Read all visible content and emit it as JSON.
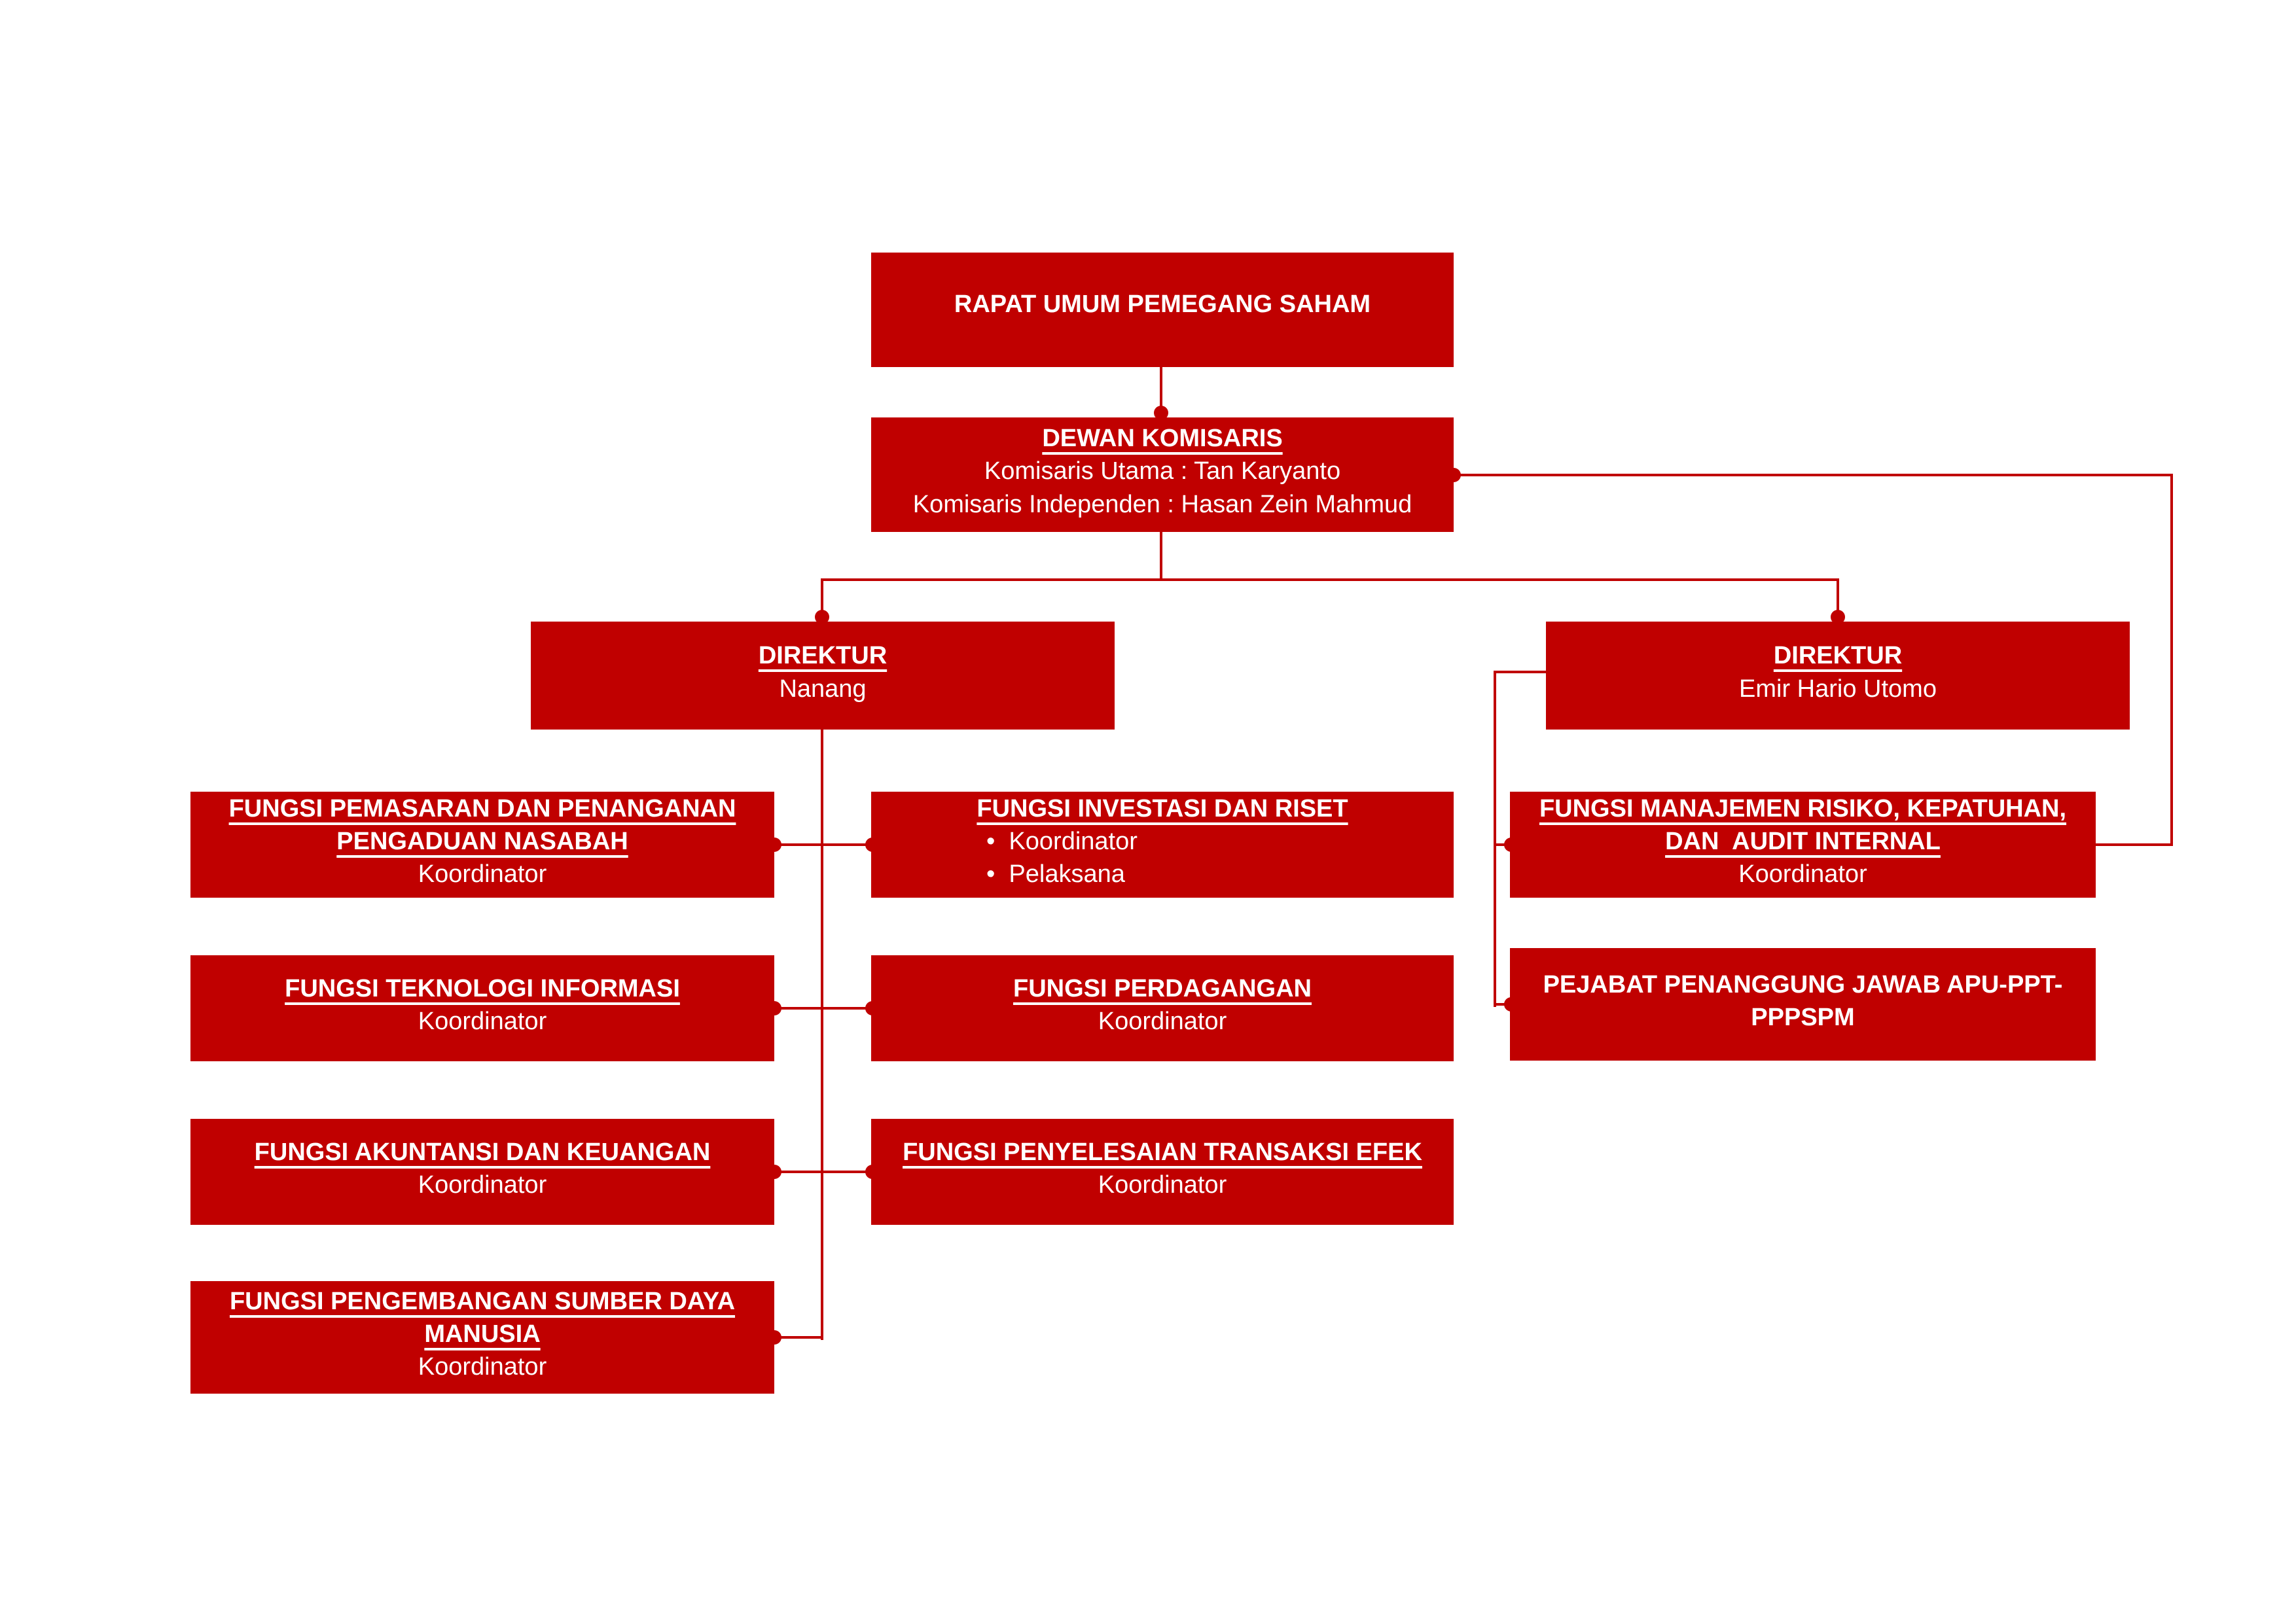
{
  "page": {
    "background_color": "#ffffff",
    "box_color": "#c00000",
    "line_color": "#c00000",
    "text_color": "#ffffff"
  },
  "org_chart": {
    "nodes": {
      "rups": {
        "title": "RAPAT UMUM PEMEGANG SAHAM"
      },
      "dewan": {
        "title": "DEWAN KOMISARIS",
        "line1": "Komisaris Utama : Tan Karyanto",
        "line2": "Komisaris Independen : Hasan Zein Mahmud"
      },
      "direktur_nanang": {
        "title": "DIREKTUR",
        "name": "Nanang"
      },
      "direktur_emir": {
        "title": "DIREKTUR",
        "name": "Emir Hario Utomo"
      },
      "pemasaran": {
        "title": "FUNGSI PEMASARAN DAN PENANGANAN\nPENGADUAN NASABAH",
        "role": "Koordinator"
      },
      "teknologi": {
        "title": "FUNGSI TEKNOLOGI INFORMASI",
        "role": "Koordinator"
      },
      "akuntansi": {
        "title": "FUNGSI AKUNTANSI DAN KEUANGAN",
        "role": "Koordinator"
      },
      "sdm": {
        "title": "FUNGSI PENGEMBANGAN SUMBER DAYA\nMANUSIA",
        "role": "Koordinator"
      },
      "investasi": {
        "title": "FUNGSI INVESTASI DAN RISET",
        "bullet1": "Koordinator",
        "bullet2": "Pelaksana"
      },
      "perdagangan": {
        "title": "FUNGSI PERDAGANGAN",
        "role": "Koordinator"
      },
      "penyelesaian": {
        "title": "FUNGSI PENYELESAIAN TRANSAKSI EFEK",
        "role": "Koordinator"
      },
      "risiko": {
        "title": "FUNGSI MANAJEMEN RISIKO, KEPATUHAN,\nDAN  AUDIT INTERNAL",
        "role": "Koordinator"
      },
      "apu_ppt": {
        "title": "PEJABAT PENANGGUNG JAWAB APU-PPT-\nPPPSPM"
      }
    },
    "edges": [
      {
        "from": "rups",
        "to": "dewan"
      },
      {
        "from": "dewan",
        "to": "direktur_nanang"
      },
      {
        "from": "dewan",
        "to": "direktur_emir"
      },
      {
        "from": "dewan",
        "to": "risiko"
      },
      {
        "from": "direktur_nanang",
        "to": "pemasaran"
      },
      {
        "from": "direktur_nanang",
        "to": "teknologi"
      },
      {
        "from": "direktur_nanang",
        "to": "akuntansi"
      },
      {
        "from": "direktur_nanang",
        "to": "sdm"
      },
      {
        "from": "direktur_nanang",
        "to": "investasi"
      },
      {
        "from": "direktur_nanang",
        "to": "perdagangan"
      },
      {
        "from": "direktur_nanang",
        "to": "penyelesaian"
      },
      {
        "from": "direktur_emir",
        "to": "risiko"
      },
      {
        "from": "direktur_emir",
        "to": "apu_ppt"
      }
    ]
  }
}
